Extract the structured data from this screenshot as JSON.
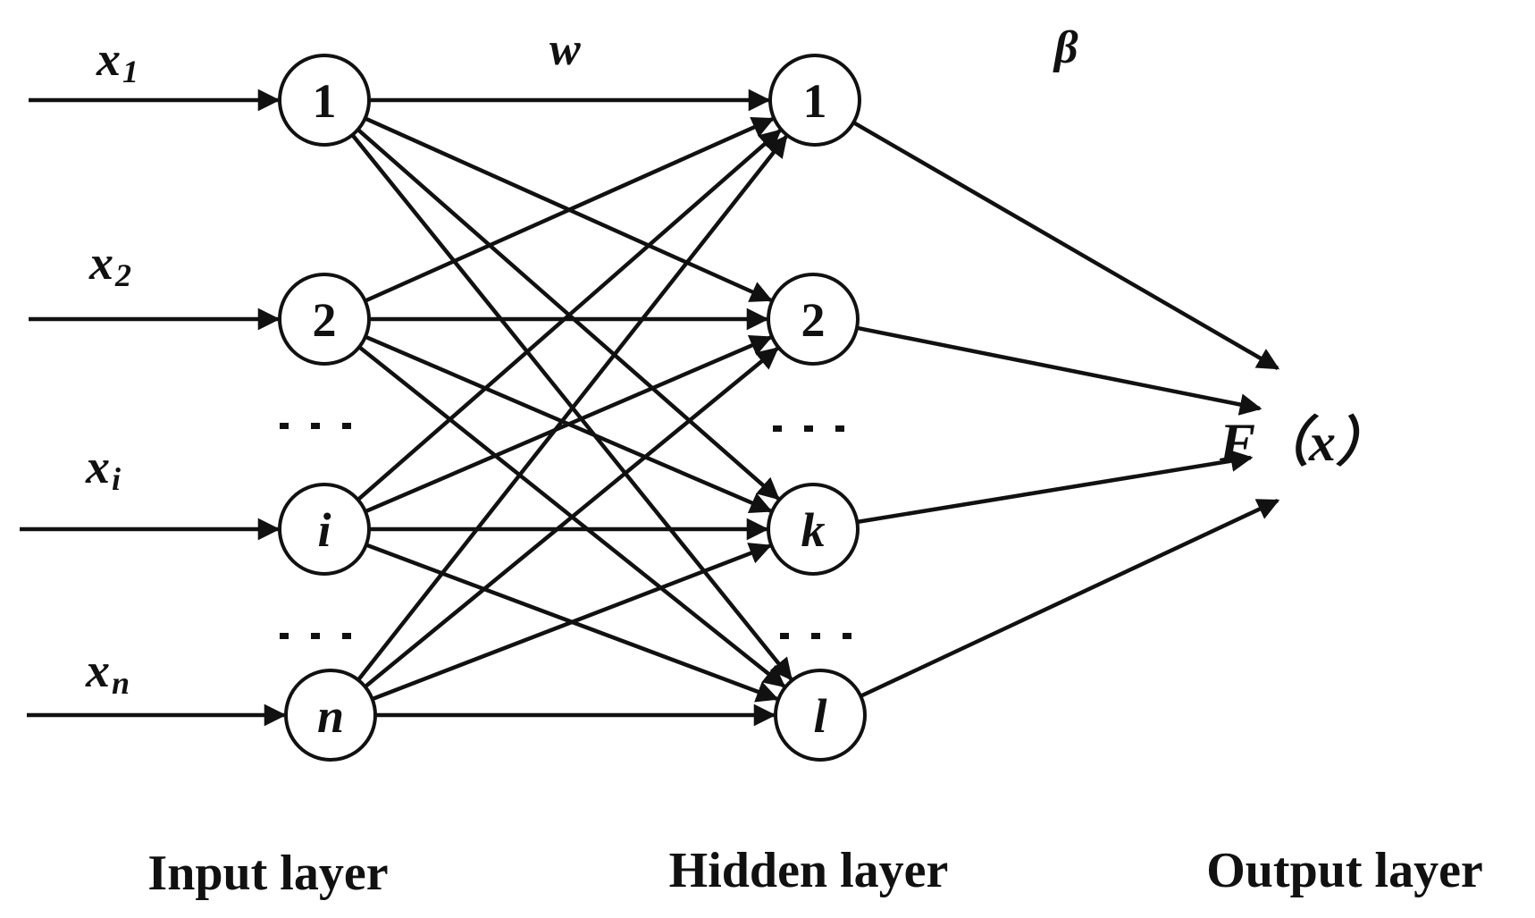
{
  "inputs": [
    {
      "base": "x",
      "sub": "1"
    },
    {
      "base": "x",
      "sub": "2"
    },
    {
      "base": "x",
      "sub": "i"
    },
    {
      "base": "x",
      "sub": "n"
    }
  ],
  "input_nodes": [
    "1",
    "2",
    "i",
    "n"
  ],
  "hidden_nodes": [
    "1",
    "2",
    "k",
    "l"
  ],
  "weights": {
    "input_hidden": "w",
    "hidden_output": "β"
  },
  "output": {
    "label": "F（x）"
  },
  "layers": {
    "input": "Input layer",
    "hidden": "Hidden layer",
    "output": "Output layer"
  }
}
